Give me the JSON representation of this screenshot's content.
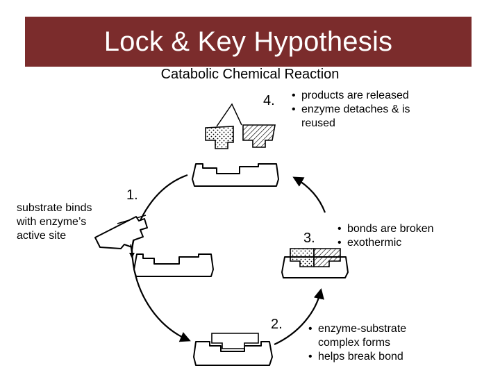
{
  "title": "Lock & Key Hypothesis",
  "subtitle": "Catabolic Chemical Reaction",
  "steps": [
    {
      "number": "1.",
      "description": "substrate binds with enzyme’s active site"
    },
    {
      "number": "2.",
      "notes": [
        "enzyme-substrate complex forms",
        "helps break bond"
      ]
    },
    {
      "number": "3.",
      "notes": [
        "bonds are broken",
        "exothermic"
      ]
    },
    {
      "number": "4.",
      "notes": [
        "products are released",
        "enzyme detaches & is reused"
      ]
    }
  ]
}
